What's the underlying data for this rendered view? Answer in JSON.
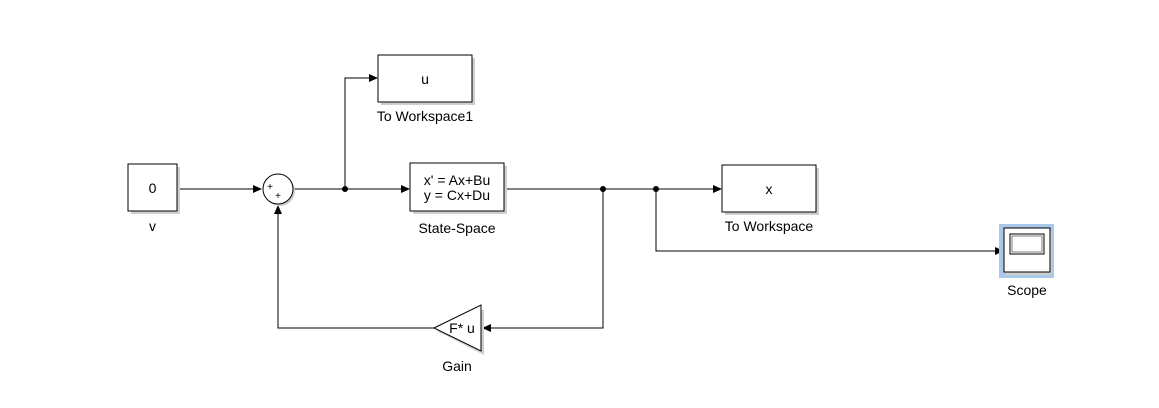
{
  "colors": {
    "line": "#000000",
    "block_fill": "#ffffff",
    "block_shadow": "#cfcfcf",
    "scope_highlight": "#a9c8ea",
    "scope_screen": "#ffffff"
  },
  "blocks": {
    "constant": {
      "value": "0",
      "label": "v"
    },
    "sum": {
      "signs": [
        "+",
        "+"
      ]
    },
    "to_workspace1": {
      "value": "u",
      "label": "To Workspace1"
    },
    "state_space": {
      "line1": "x' = Ax+Bu",
      "line2": "y = Cx+Du",
      "label": "State-Space"
    },
    "to_workspace": {
      "value": "x",
      "label": "To Workspace"
    },
    "scope": {
      "label": "Scope",
      "icon": "scope-icon"
    },
    "gain": {
      "value": "F* u",
      "label": "Gain"
    }
  }
}
